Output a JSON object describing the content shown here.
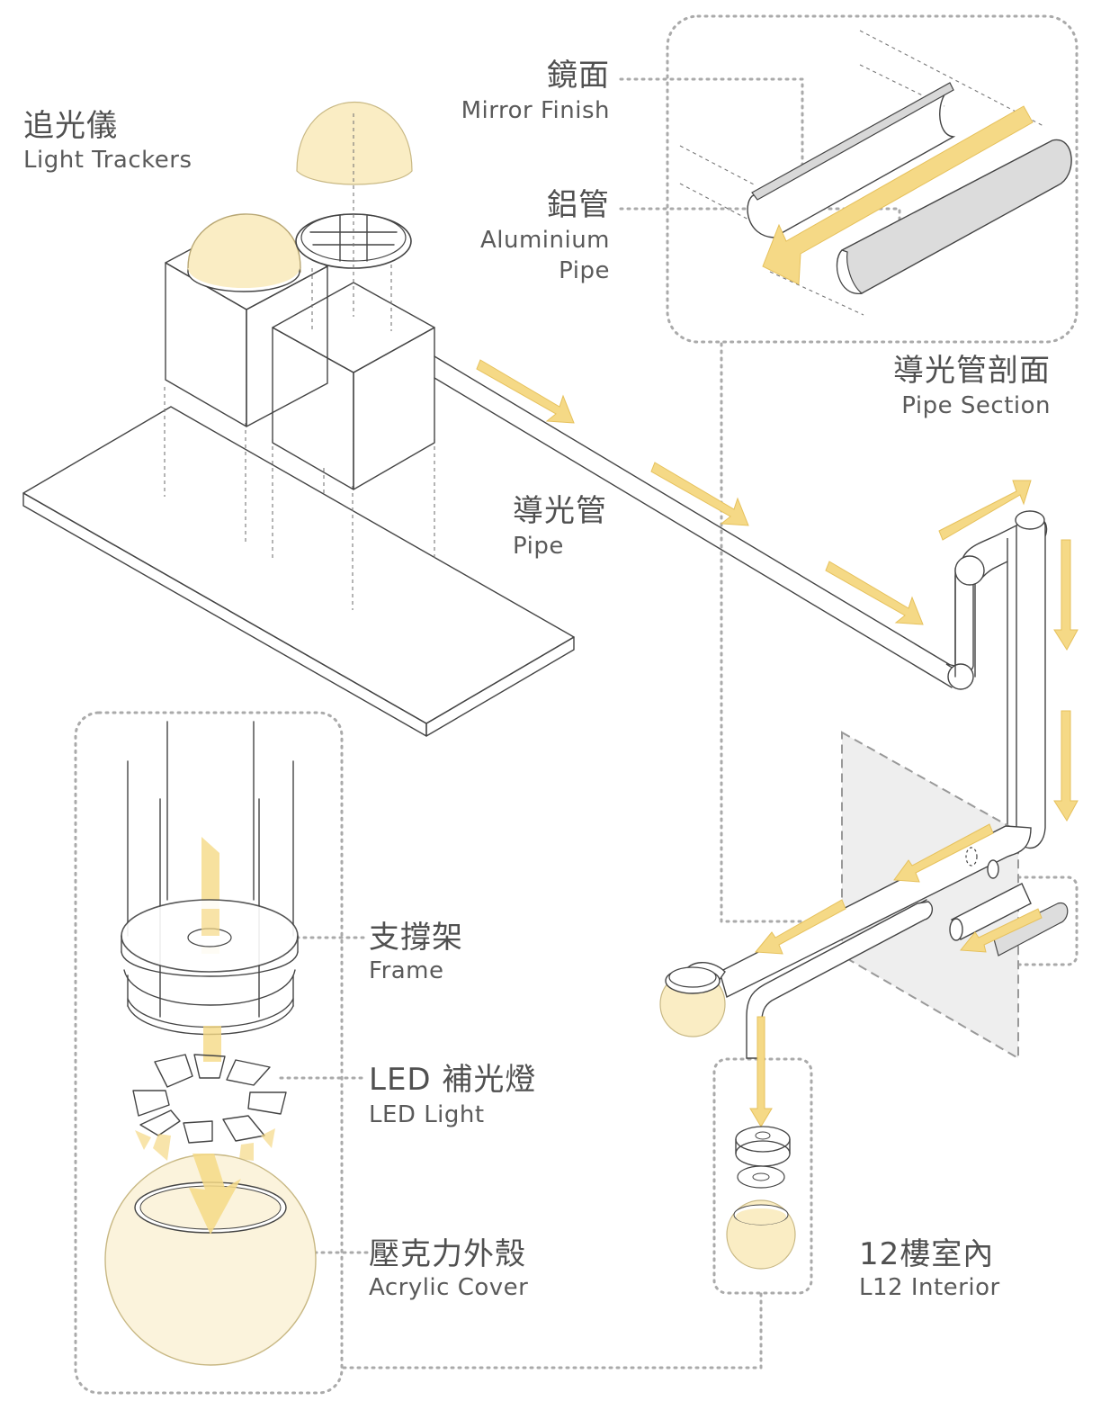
{
  "labels": {
    "light_trackers": {
      "zh": "追光儀",
      "en": "Light Trackers"
    },
    "mirror_finish": {
      "zh": "鏡面",
      "en": "Mirror Finish"
    },
    "aluminium_pipe": {
      "zh": "鋁管",
      "en_line1": "Aluminium",
      "en_line2": "Pipe"
    },
    "pipe_section": {
      "zh": "導光管剖面",
      "en": "Pipe Section"
    },
    "pipe": {
      "zh": "導光管",
      "en": "Pipe"
    },
    "frame": {
      "zh": "支撐架",
      "en": "Frame"
    },
    "led_light": {
      "zh": "LED 補光燈",
      "en": "LED Light"
    },
    "acrylic_cover": {
      "zh": "壓克力外殼",
      "en": "Acrylic Cover"
    },
    "interior": {
      "zh": "12樓室內",
      "en": "L12 Interior"
    }
  },
  "colors": {
    "light_yellow": "#f5d986",
    "dome_fill": "#faedc4",
    "outline": "#444444",
    "dotted_leader": "#aaaaaa",
    "label_text": "#555555",
    "wall_fill": "#eeeeee"
  }
}
